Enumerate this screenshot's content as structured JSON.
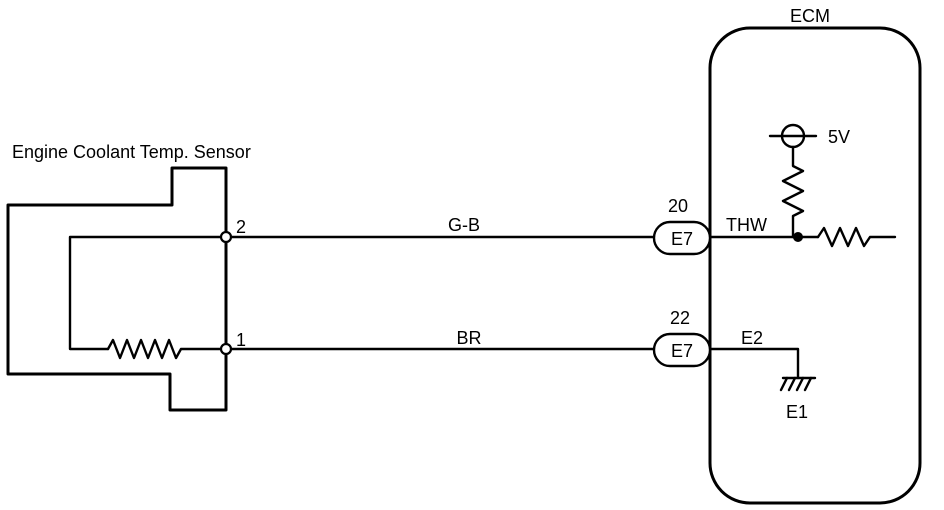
{
  "ecm": {
    "title": "ECM",
    "supply_voltage": "5V",
    "ground_label": "E1",
    "thw_signal": "THW",
    "e2_signal": "E2"
  },
  "sensor": {
    "title": "Engine Coolant Temp. Sensor",
    "pin2": "2",
    "pin1": "1"
  },
  "wires": {
    "signal": {
      "color_code": "G-B",
      "pin": "20",
      "connector": "E7"
    },
    "ground": {
      "color_code": "BR",
      "pin": "22",
      "connector": "E7"
    }
  }
}
